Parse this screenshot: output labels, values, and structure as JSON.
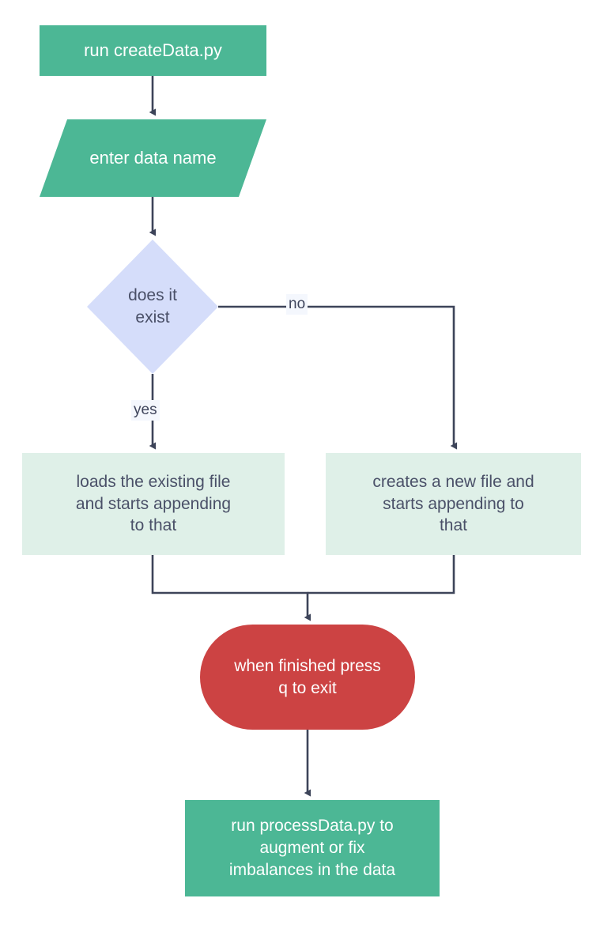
{
  "diagram": {
    "title": "createData workflow flowchart",
    "background": "#ffffff",
    "line_color": "#3d4459",
    "nodes": [
      {
        "id": "run-create-data",
        "shape": "rectangle",
        "label": "run createData.py",
        "fill": "#4cb795",
        "text_color": "#ffffff"
      },
      {
        "id": "enter-data-name",
        "shape": "parallelogram",
        "label": "enter data name",
        "fill": "#4cb795",
        "text_color": "#ffffff"
      },
      {
        "id": "does-it-exist",
        "shape": "diamond",
        "label": "does it\nexist",
        "fill": "#d5ddfa",
        "text_color": "#4a5068"
      },
      {
        "id": "loads-existing",
        "shape": "rectangle",
        "label": "loads the existing file\nand starts appending\nto that",
        "fill": "#dff0e8",
        "text_color": "#4a5068"
      },
      {
        "id": "creates-new",
        "shape": "rectangle",
        "label": "creates a new file and\nstarts appending to\nthat",
        "fill": "#dff0e8",
        "text_color": "#4a5068"
      },
      {
        "id": "when-finished",
        "shape": "stadium",
        "label": "when finished press\nq to exit",
        "fill": "#cc4343",
        "text_color": "#ffffff"
      },
      {
        "id": "run-process",
        "shape": "rectangle",
        "label": "run processData.py to\naugment or fix\nimbalances in the data",
        "fill": "#4cb795",
        "text_color": "#ffffff"
      }
    ],
    "edges": [
      {
        "id": "e1",
        "from": "run-create-data",
        "to": "enter-data-name",
        "label": ""
      },
      {
        "id": "e2",
        "from": "enter-data-name",
        "to": "does-it-exist",
        "label": ""
      },
      {
        "id": "e3",
        "from": "does-it-exist",
        "to": "loads-existing",
        "label": "yes"
      },
      {
        "id": "e4",
        "from": "does-it-exist",
        "to": "creates-new",
        "label": "no"
      },
      {
        "id": "e5",
        "from": "loads-existing",
        "to": "when-finished",
        "label": ""
      },
      {
        "id": "e6",
        "from": "creates-new",
        "to": "when-finished",
        "label": ""
      },
      {
        "id": "e7",
        "from": "when-finished",
        "to": "run-process",
        "label": ""
      }
    ],
    "edge_labels": {
      "no": "no",
      "yes": "yes"
    }
  }
}
